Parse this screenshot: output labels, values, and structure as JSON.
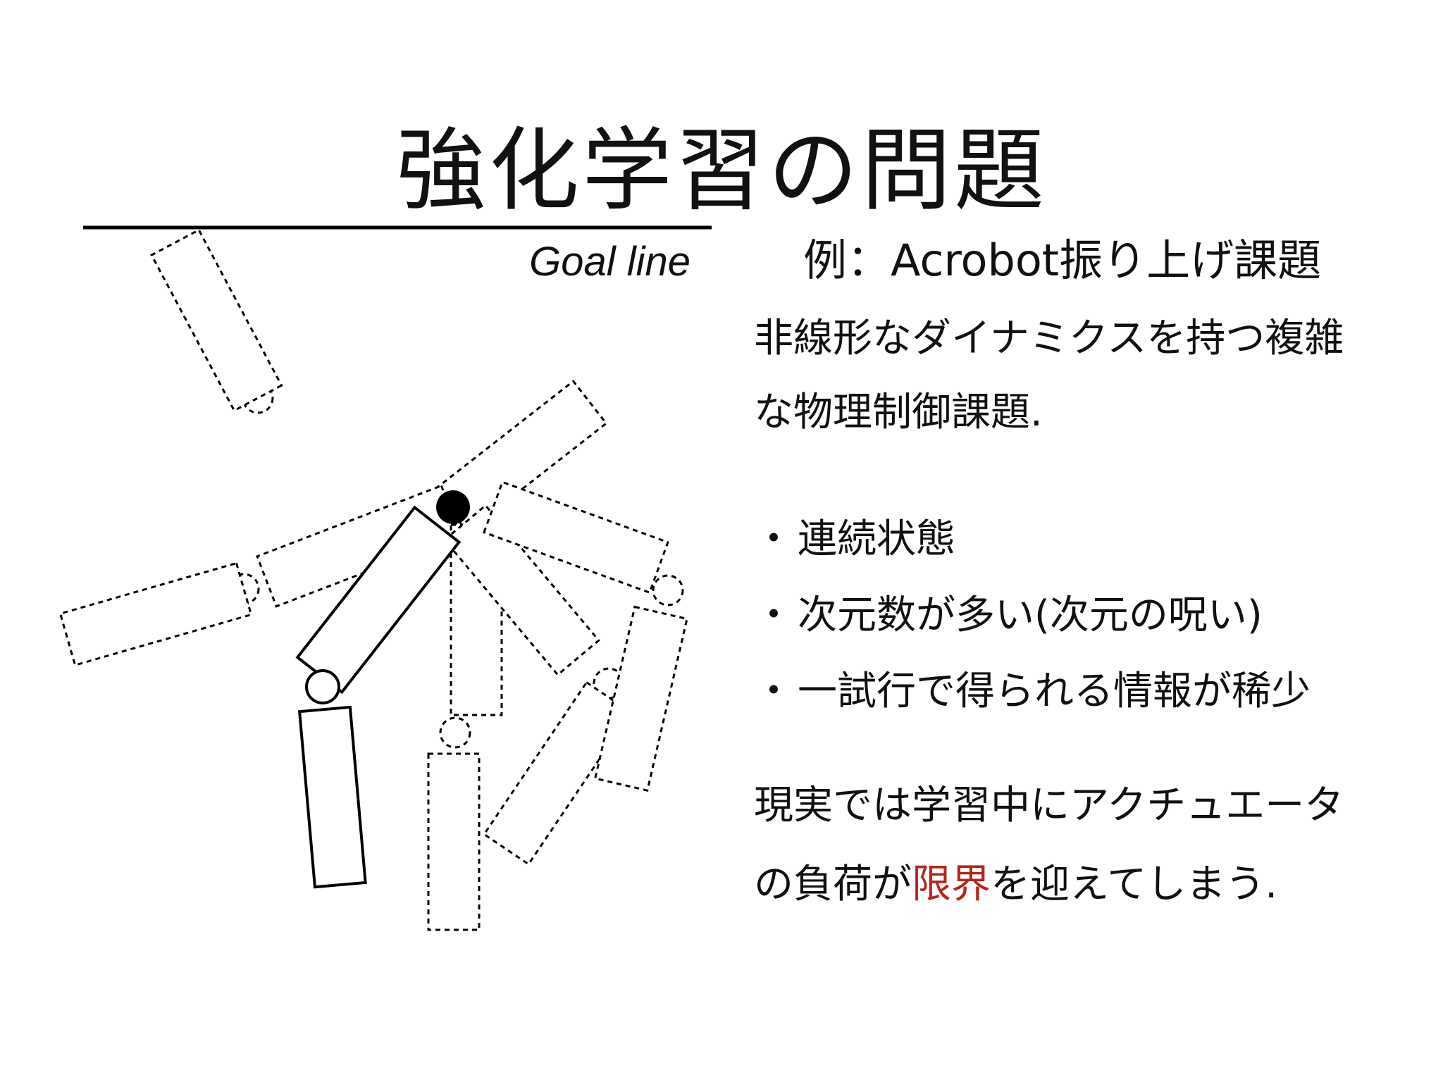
{
  "title": "強化学習の問題",
  "diagram": {
    "goal_label": "Goal line"
  },
  "example": {
    "text": "例：Acrobot振り上げ課題"
  },
  "description": {
    "line1": "非線形なダイナミクスを持つ複雑",
    "line2": "な物理制御課題."
  },
  "bullets": [
    {
      "marker": "・",
      "text": "連続状態"
    },
    {
      "marker": "・",
      "text": "次元数が多い(次元の呪い)"
    },
    {
      "marker": "・",
      "text": "一試行で得られる情報が稀少"
    }
  ],
  "reality": {
    "line1": "現実では学習中にアクチュエータ",
    "line2_before": "の負荷が",
    "line2_highlight": "限界",
    "line2_after": "を迎えてしまう."
  },
  "colors": {
    "text": "#111111",
    "accent": "#b3261e",
    "background": "#ffffff"
  }
}
